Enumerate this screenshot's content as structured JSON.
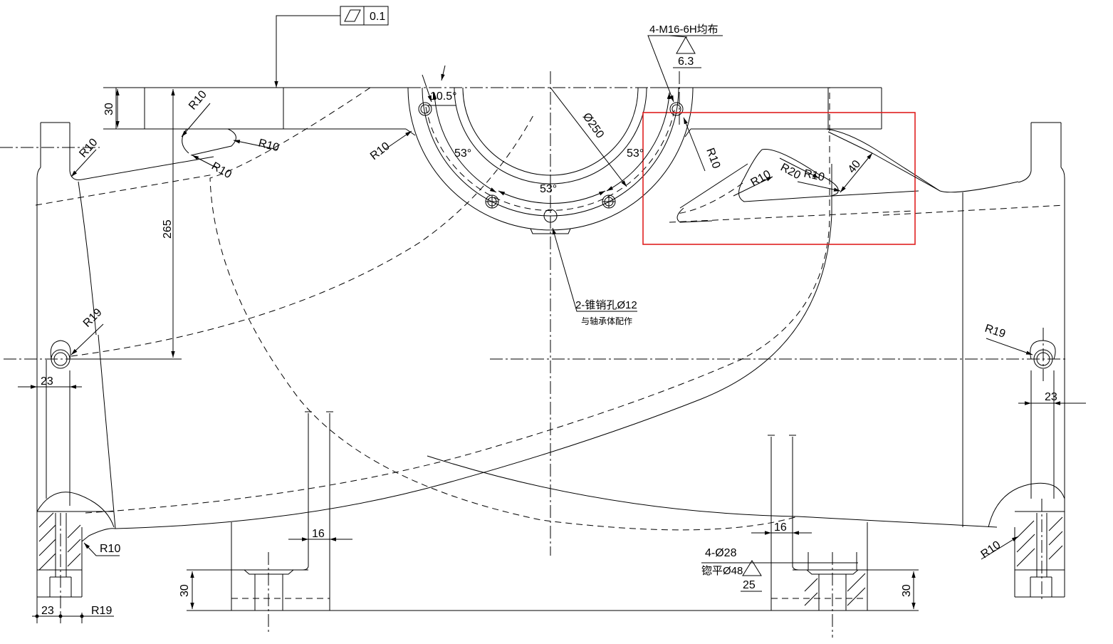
{
  "colors": {
    "line": "#000000",
    "highlight": "#e02020",
    "background": "#ffffff"
  },
  "gdt": {
    "symbol": "parallelogram-flatness",
    "value": "0.1"
  },
  "notes": {
    "thread": "4-M16-6H均布",
    "roughness_top": "6.3",
    "pin_hole": "2-锥销孔Ø12",
    "pin_hole_sub": "与轴承体配作",
    "bolt_holes": "4-Ø28",
    "spotface": "锪平Ø48",
    "roughness_bottom": "25"
  },
  "dims": {
    "top_thickness": "30",
    "height_265": "265",
    "angle_105": "10.5°",
    "diameter_250": "Ø250",
    "angle_53_left": "53°",
    "angle_53_mid": "53°",
    "angle_53_right": "53°",
    "r10_top_left": "R10",
    "r10_left_post": "R10",
    "r10_slot_a": "R10",
    "r10_slot_b": "R10",
    "r10_bore_left": "R10",
    "r10_bore_right": "R10",
    "r10_rslot_a": "R10",
    "r20_rslot": "R20",
    "r10_rslot_b": "R10",
    "dim_40": "40",
    "r19_left": "R19",
    "r19_right": "R19",
    "dim_23_left": "23",
    "dim_23_right": "23",
    "rib_16_left": "16",
    "rib_16_right": "16",
    "r10_bottom_left": "R10",
    "r10_bottom_right": "R10",
    "base_30_left": "30",
    "base_30_right": "30",
    "dim_23_bottom": "23",
    "r19_bottom": "R19"
  }
}
